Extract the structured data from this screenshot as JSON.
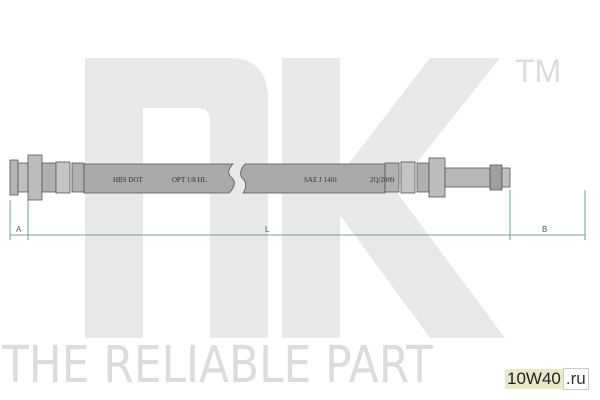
{
  "brand": {
    "logo_text": "NK",
    "trademark": "TM",
    "tagline": "THE RELIABLE PART"
  },
  "hose": {
    "markings": [
      "HBS DOT",
      "OPT 1/8 HL",
      "SAE J 1401",
      "2Q/2009"
    ],
    "dimensions": {
      "a": "A",
      "l": "L",
      "b": "B"
    }
  },
  "watermark_badge": {
    "main": "10W40",
    "suffix": ".ru"
  },
  "colors": {
    "watermark": "#e6e6e6",
    "dimension_line": "#3a8f86",
    "hose": "#a8a8a8"
  }
}
